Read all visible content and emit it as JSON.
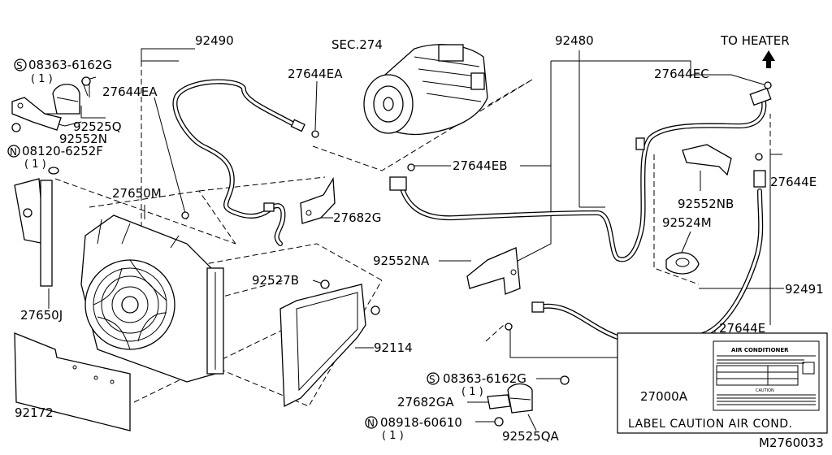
{
  "labels": {
    "l92490": "92490",
    "lsec274": "SEC.274",
    "l92480": "92480",
    "ltoheater": "TO HEATER",
    "ls08363a": "08363-6162G",
    "ls08363a_q": "( 1 )",
    "l27644ea_left": "27644EA",
    "l27644ea_right": "27644EA",
    "l27644ec": "27644EC",
    "l92525q": "92525Q",
    "l92552n": "92552N",
    "ln08120": "08120-6252F",
    "ln08120_q": "( 1 )",
    "l27644eb": "27644EB",
    "l27644e_top": "27644E",
    "l27650m": "27650M",
    "l27682g": "27682G",
    "l92552nb": "92552NB",
    "l92524m": "92524M",
    "l92552na": "92552NA",
    "l92527b": "92527B",
    "l92491": "92491",
    "l27650j": "27650J",
    "l27644e_bottom": "27644E",
    "l92114": "92114",
    "ls08363b": "08363-6162G",
    "ls08363b_q": "( 1 )",
    "l27000a": "27000A",
    "l27682ga": "27682GA",
    "l92172": "92172",
    "ln08918": "08918-60610",
    "ln08918_q": "( 1 )",
    "l92525qa": "92525QA",
    "label_caption": "LABEL CAUTION AIR COND.",
    "diagram_code": "M2760033"
  },
  "symbols": {
    "s_mark": "S",
    "n_mark": "N"
  },
  "caution_label": {
    "title": "AIR CONDITIONER",
    "caution": "CAUTION"
  },
  "icons": {
    "heater_arrow": "up-arrow-icon"
  }
}
